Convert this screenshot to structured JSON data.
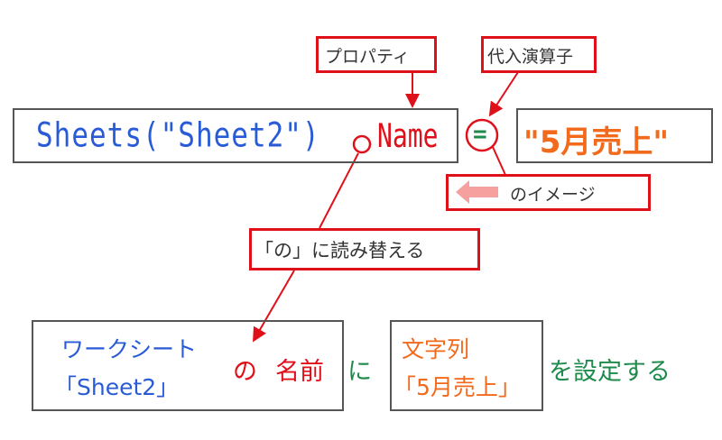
{
  "labels": {
    "property": "プロパティ",
    "assignment_operator": "代入演算子",
    "image_of": "のイメージ",
    "read_as": "「の」に読み替える"
  },
  "code": {
    "object": "Sheets(\"Sheet2\")",
    "dot": ".",
    "property": "Name",
    "operator": "=",
    "value": "\"5月売上\""
  },
  "meaning": {
    "worksheet_line1": "ワークシート",
    "worksheet_line2": "「Sheet2」",
    "no": "の",
    "name": "名前",
    "ni": "に",
    "string_line1": "文字列",
    "string_line2": "「5月売上」",
    "set": "を設定する"
  },
  "colors": {
    "blue": "#2a5bd7",
    "red": "#e0101a",
    "green": "#1f8a4c",
    "orange": "#f26a1b",
    "pink": "#f7a0a0"
  }
}
